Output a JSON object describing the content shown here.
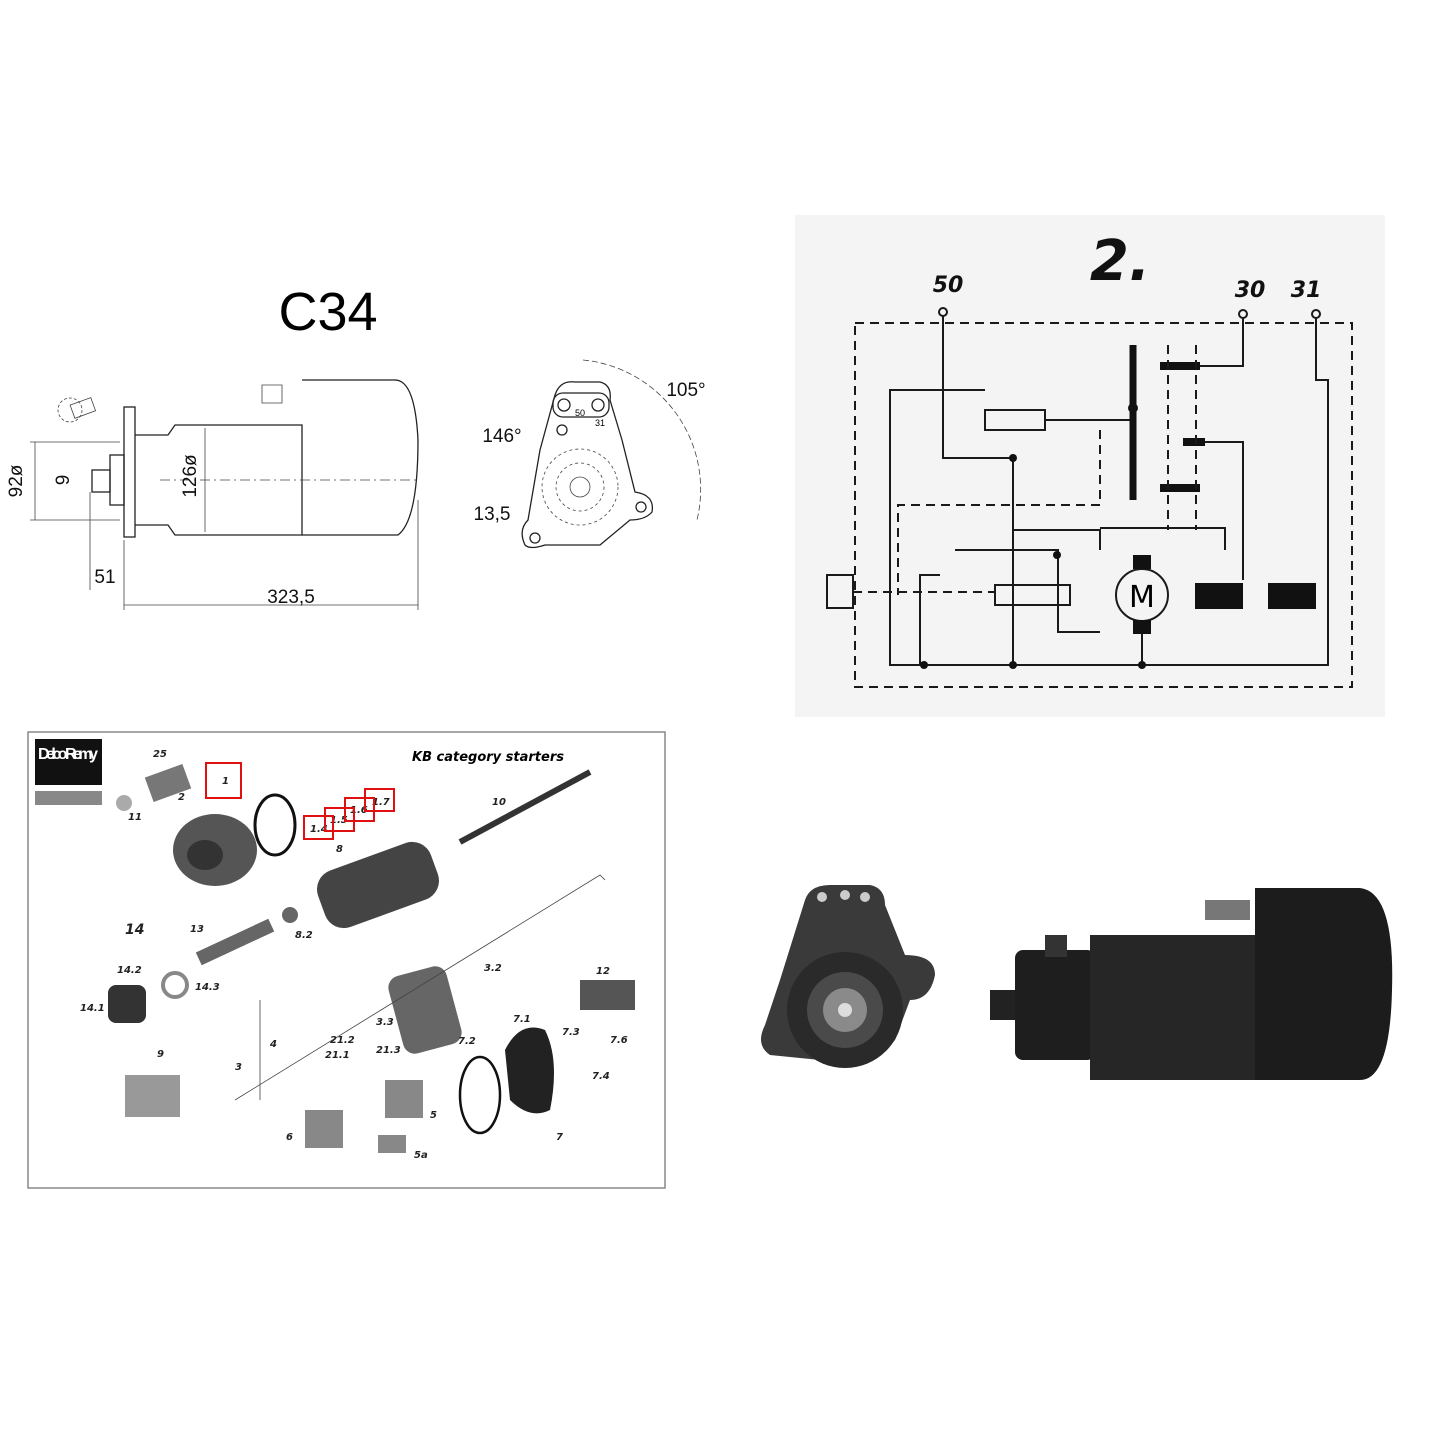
{
  "dimension_drawing": {
    "title": "C34",
    "dimensions": {
      "pinion_dia": "92ø",
      "teeth": "9",
      "body_dia": "126ø",
      "flange_offset": "51",
      "overall_length": "323,5"
    },
    "end_view": {
      "angle_a": "105°",
      "angle_b": "146°",
      "hole_dia": "13,5",
      "terminal_50": "50",
      "terminal_31": "31"
    }
  },
  "wiring_diagram": {
    "number": "2.",
    "terminals": [
      "50",
      "30",
      "31"
    ],
    "motor_symbol": "M"
  },
  "parts_diagram": {
    "brand_logo": "Delco Remy",
    "title": "KB category starters",
    "labels": [
      "25",
      "2",
      "11",
      "1",
      "1.4",
      "1.5",
      "1.6",
      "1.7",
      "10",
      "8",
      "8.2",
      "14",
      "13",
      "14.2",
      "14.3",
      "14.1",
      "3.2",
      "12",
      "3.3",
      "21.2",
      "21.1",
      "21.3",
      "4",
      "3",
      "7.1",
      "7.2",
      "7.3",
      "7.6",
      "7.4",
      "9",
      "5",
      "6",
      "5a",
      "7"
    ]
  },
  "colors": {
    "highlight": "#e01010",
    "logo_bg": "#111111",
    "logo_bar": "#888888"
  }
}
